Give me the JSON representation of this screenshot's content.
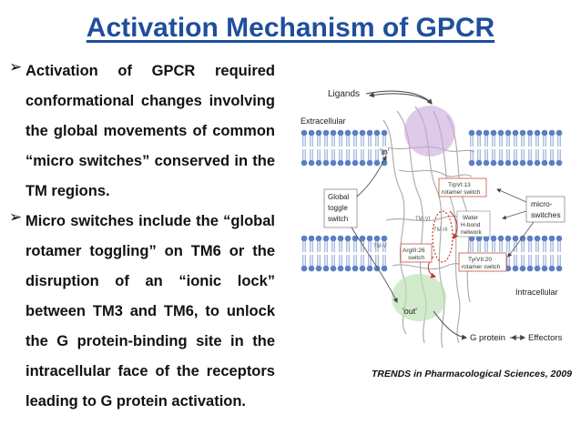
{
  "title": "Activation Mechanism of GPCR",
  "bullets": [
    "Activation of GPCR required conformational changes involving the global movements of common “micro switches” conserved in the TM regions.",
    "Micro switches include the “global rotamer toggling” on TM6 or the disruption of an “ionic lock” between TM3 and TM6, to unlock the G protein-binding site in the intracellular face of the receptors leading to G protein activation."
  ],
  "figure": {
    "ligands": "Ligands",
    "extracellular": "Extracellular",
    "intracellular": "Intracellular",
    "in": "'in'",
    "out": "'out'",
    "global_toggle": [
      "Global",
      "toggle",
      "switch"
    ],
    "micro_switches": [
      "micro-",
      "switches"
    ],
    "trp": [
      "TrpVI:13",
      "rotamer switch"
    ],
    "water": [
      "Water",
      "H-bond",
      "network"
    ],
    "arg": [
      "ArgIII:26",
      "switch"
    ],
    "tyr": [
      "TyrVII:20",
      "rotamer switch"
    ],
    "tm6": "TM-VI",
    "tm3": "TM-III",
    "tm5": "TM-V",
    "g_protein": "G protein",
    "effectors": "Effectors",
    "colors": {
      "membrane": "#5b7fc4",
      "membrane_line": "#8aa3d6",
      "in_zone": "#c9a6db",
      "out_zone": "#b9dfb0",
      "switch_red": "#c0392b"
    }
  },
  "caption": "TRENDS in Pharmacological Sciences, 2009"
}
